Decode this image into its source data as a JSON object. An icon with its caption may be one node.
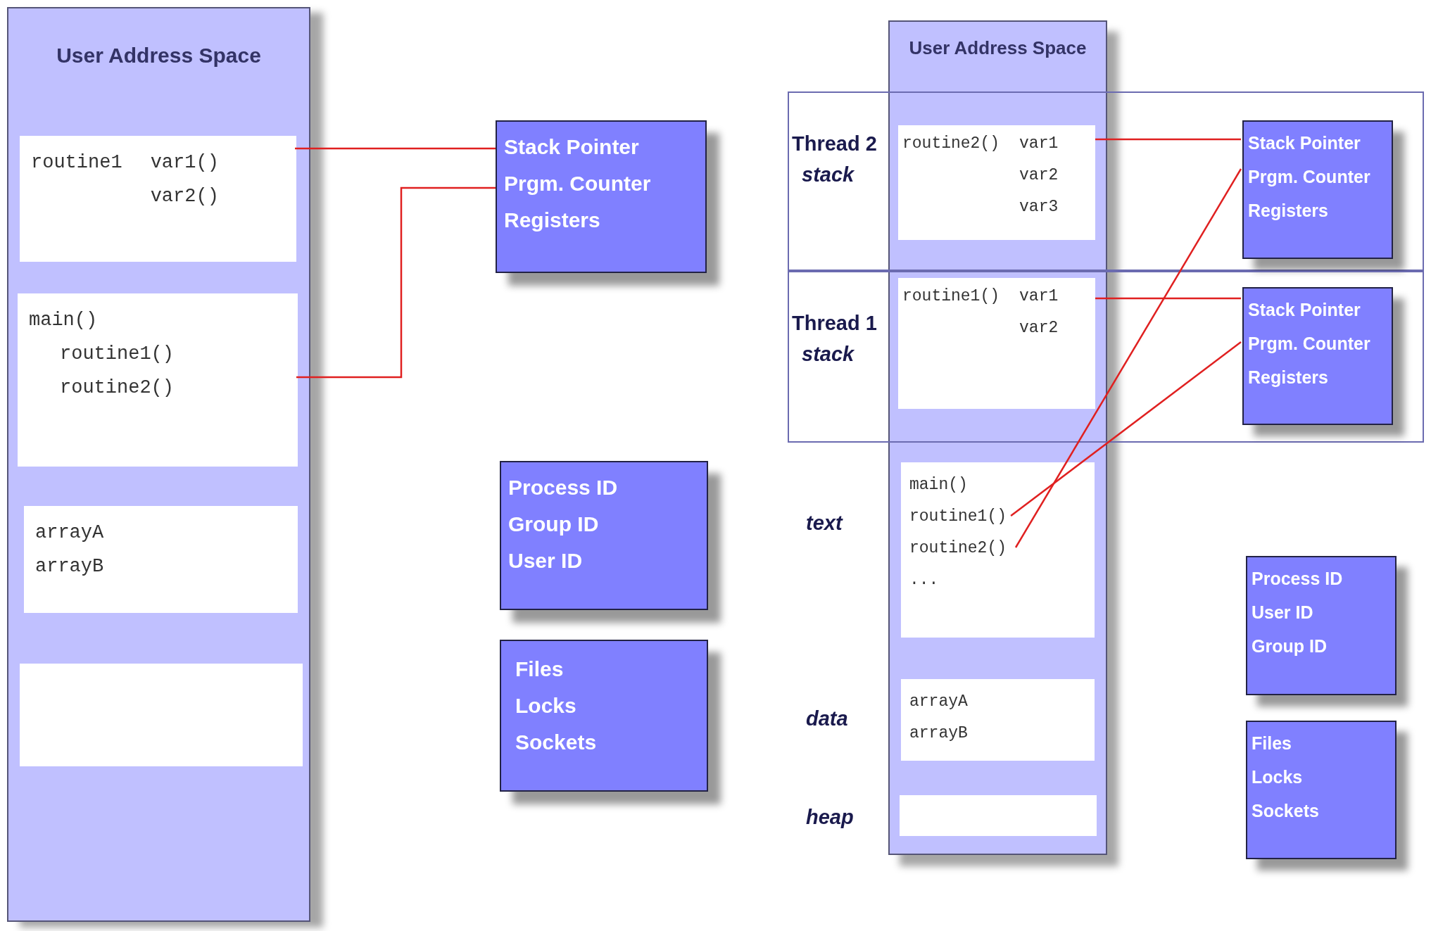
{
  "diagram": {
    "nodes": [
      {
        "text": [
          "User Address Space"
        ]
      },
      {
        "text": [
          "routine1",
          "var1() var2()"
        ],
        "in": 0
      },
      {
        "text": [
          "main()",
          "routine1()",
          "routine2()"
        ],
        "in": 0
      },
      {
        "text": [
          "arrayA",
          "arrayB"
        ],
        "in": 0
      },
      {
        "text": [],
        "shape": "box",
        "in": 0
      },
      {
        "text": [
          "Stack Pointer",
          "Prgm. Counter",
          "Registers"
        ]
      },
      {
        "text": [
          "Process ID",
          "Group ID",
          "User ID"
        ]
      },
      {
        "text": [
          "Files",
          "Locks",
          "Sockets"
        ]
      },
      {
        "text": [
          "User Address Space"
        ]
      },
      {
        "text": [
          "Thread 2",
          "stack"
        ]
      },
      {
        "text": [
          "routine2()",
          "var1 var2 var3"
        ]
      },
      {
        "text": [
          "Stack Pointer",
          "Prgm. Counter",
          "Registers"
        ],
        "in": 9
      },
      {
        "text": [
          "Thread 1",
          "stack"
        ]
      },
      {
        "text": [
          "routine1()",
          "var1 var2"
        ]
      },
      {
        "text": [
          "Stack Pointer",
          "Prgm. Counter",
          "Registers"
        ],
        "in": 12
      },
      {
        "text": [
          "main()",
          "routine1()",
          "routine2()",
          "..."
        ],
        "in": 8
      },
      {
        "text": [
          "arrayA",
          "arrayB"
        ],
        "in": 8
      },
      {
        "text": [],
        "shape": "box",
        "in": 8
      },
      {
        "text": [
          "Process ID",
          "User ID",
          "Group ID"
        ]
      },
      {
        "text": [
          "Files",
          "Locks",
          "Sockets"
        ]
      }
    ],
    "edges": [
      {
        "from": 1,
        "to": 5,
        "arrow": "none"
      },
      {
        "from": 2,
        "to": 5,
        "arrow": "none"
      },
      {
        "from": 10,
        "to": 11,
        "arrow": "none"
      },
      {
        "from": 13,
        "to": 14,
        "arrow": "none"
      },
      {
        "from": 15,
        "to": 14,
        "arrow": "none"
      },
      {
        "from": 15,
        "to": 11,
        "arrow": "none"
      }
    ],
    "labels": [
      "text",
      "data",
      "heap"
    ]
  }
}
